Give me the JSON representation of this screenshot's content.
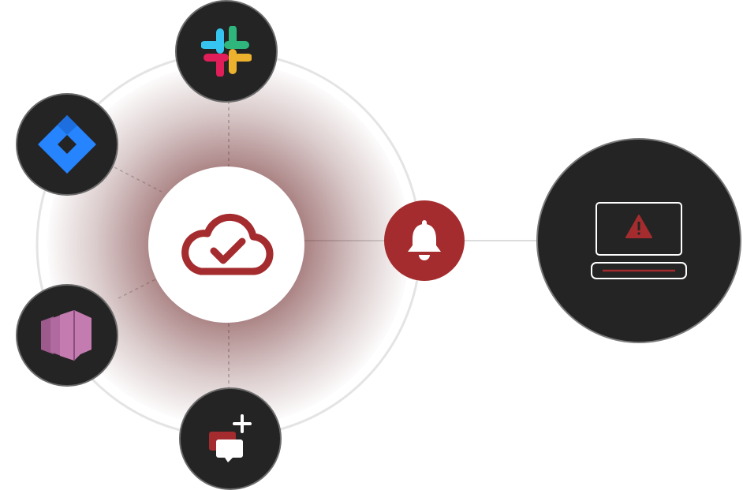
{
  "diagram": {
    "center": {
      "icon": "cloud-check-icon"
    },
    "alert": {
      "icon": "bell-icon"
    },
    "destination": {
      "icon": "laptop-warning-icon"
    },
    "integrations": [
      {
        "id": "slack",
        "icon": "slack-icon"
      },
      {
        "id": "jira",
        "icon": "jira-icon"
      },
      {
        "id": "aws-sns",
        "icon": "aws-sns-icon"
      },
      {
        "id": "chat",
        "icon": "chat-add-icon"
      }
    ],
    "colors": {
      "accent": "#a42c2e",
      "node": "#242424",
      "jira": "#2684ff",
      "aws": "#c47bb0",
      "slack": [
        "#36c5f0",
        "#2eb67d",
        "#ecb22e",
        "#e01e5a"
      ]
    }
  }
}
